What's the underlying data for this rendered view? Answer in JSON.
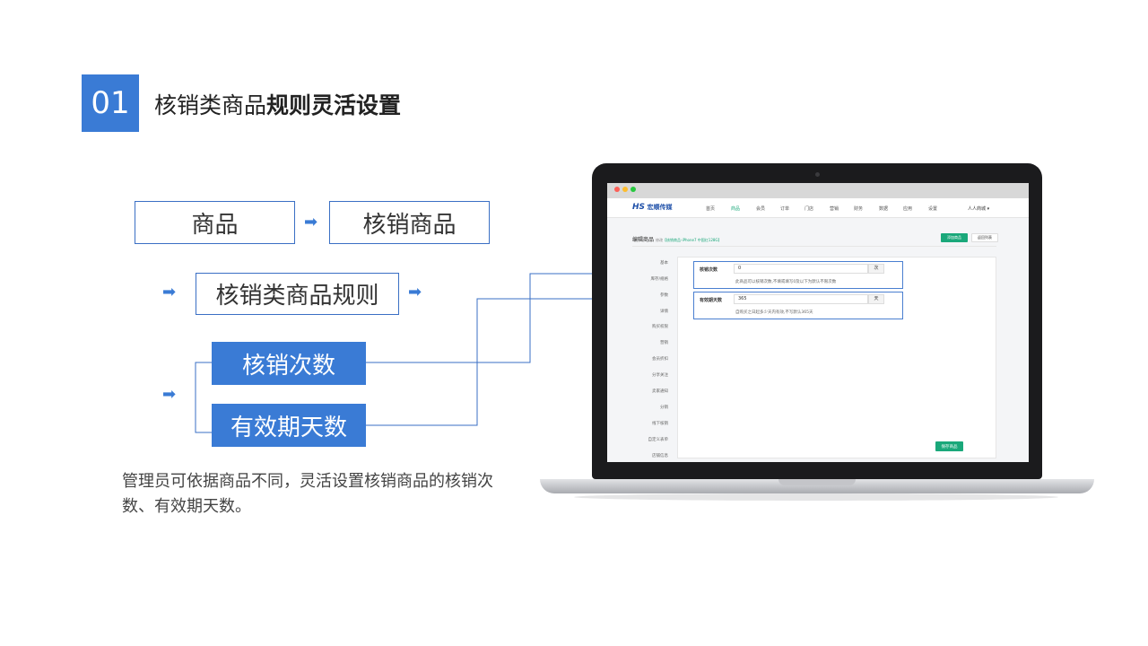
{
  "header": {
    "number": "01",
    "title_normal": "核销类商品",
    "title_bold": "规则灵活设置"
  },
  "flow": {
    "box_product": "商品",
    "box_verify_product": "核销商品",
    "box_rule": "核销类商品规则",
    "box_verify_count": "核销次数",
    "box_valid_days": "有效期天数"
  },
  "description": "管理员可依据商品不同，灵活设置核销商品的核销次数、有效期天数。",
  "screen": {
    "logo_mark": "HS",
    "logo_text": "宏顺传媒",
    "nav": [
      "首页",
      "商品",
      "会员",
      "订单",
      "门店",
      "营销",
      "财务",
      "数据",
      "应用",
      "设置"
    ],
    "nav_active": "商品",
    "shop_name": "人人商城 ▾",
    "page_title": "编辑商品",
    "page_subtitle": "修改",
    "page_link": "【核销商品-iPhone7 中国红128G】",
    "btn_add": "添加商品",
    "btn_back": "返回列表",
    "sidenav": [
      "基本",
      "库存/规格",
      "参数",
      "详情",
      "购买权限",
      "营销",
      "会员折扣",
      "分享关注",
      "卖家通知",
      "分销",
      "线下核销",
      "自定义表单",
      "店铺信息"
    ],
    "form_count": {
      "label": "核销次数",
      "value": "0",
      "unit": "次",
      "help": "此商品可以核销次数,不填或填写0及以下为默认不限次数"
    },
    "form_days": {
      "label": "有效期天数",
      "value": "365",
      "unit": "天",
      "help": "自购买之日起多少天内有效,不写默认365天"
    },
    "btn_save": "保存商品"
  },
  "colors": {
    "accent_blue": "#3a7bd5",
    "accent_green": "#1aa87a"
  }
}
